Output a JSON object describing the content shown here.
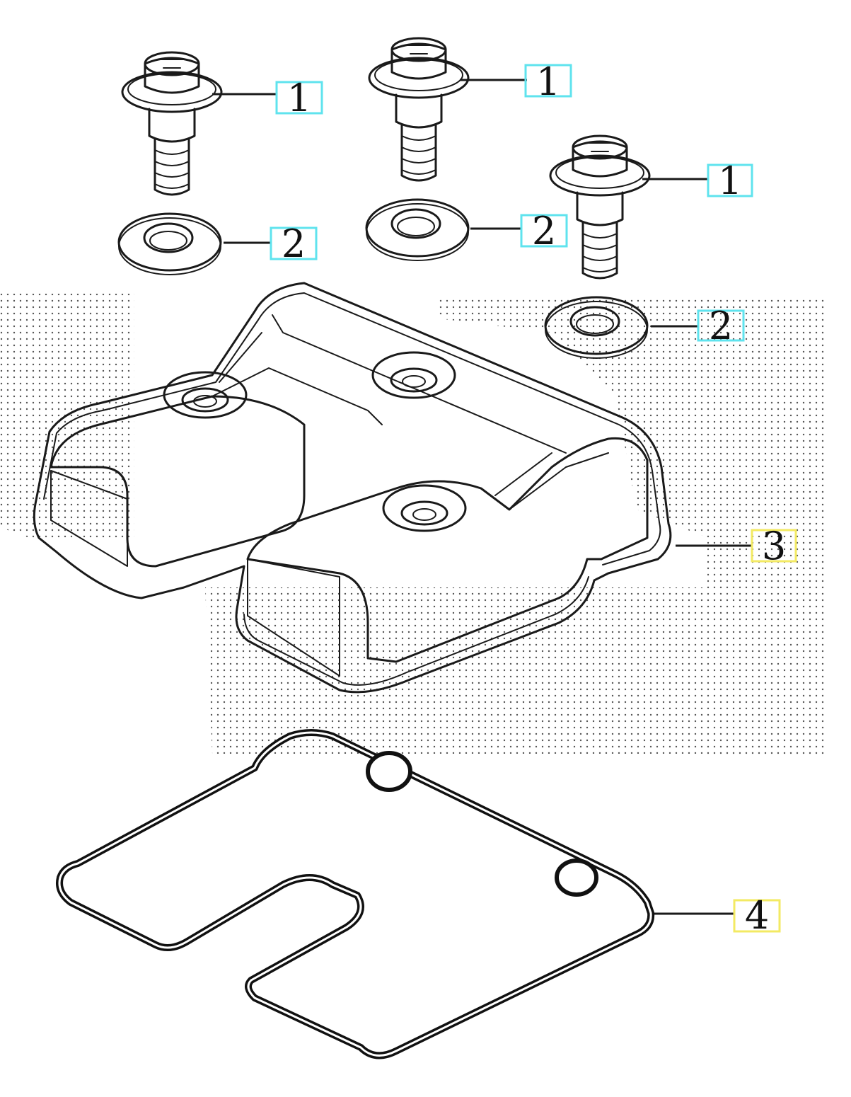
{
  "colors": {
    "line": "#1a1a1a",
    "background": "#ffffff",
    "stipple": "#555555",
    "callout_box_cyan": "#5fe3ee",
    "callout_box_yellow": "#f3ea63"
  },
  "callouts": [
    {
      "label": "1",
      "part": "bolt",
      "box_color": "cyan"
    },
    {
      "label": "1",
      "part": "bolt",
      "box_color": "cyan"
    },
    {
      "label": "1",
      "part": "bolt",
      "box_color": "cyan"
    },
    {
      "label": "2",
      "part": "washer",
      "box_color": "cyan"
    },
    {
      "label": "2",
      "part": "washer",
      "box_color": "cyan"
    },
    {
      "label": "2",
      "part": "washer",
      "box_color": "cyan"
    },
    {
      "label": "3",
      "part": "cylinder-head-cover",
      "box_color": "yellow"
    },
    {
      "label": "4",
      "part": "cover-gasket",
      "box_color": "yellow"
    }
  ]
}
